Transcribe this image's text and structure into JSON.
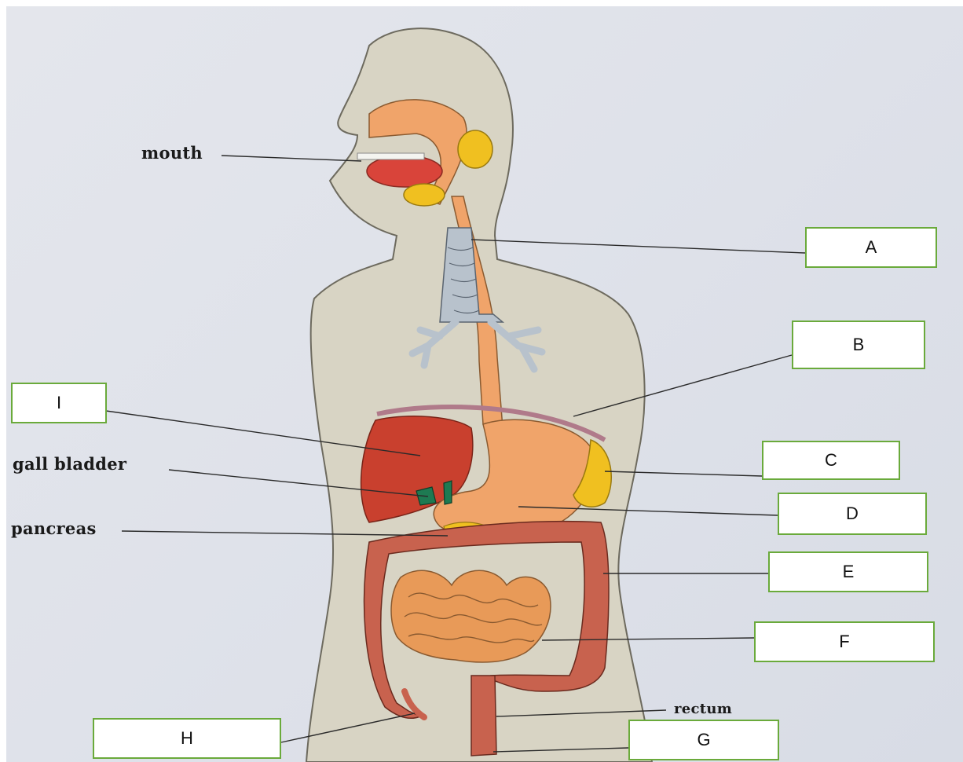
{
  "labels": {
    "mouth": "mouth",
    "gall_bladder": "gall bladder",
    "pancreas": "pancreas",
    "rectum": "rectum"
  },
  "answer_boxes": {
    "a": "A",
    "b": "B",
    "c": "C",
    "d": "D",
    "e": "E",
    "f": "F",
    "g": "G",
    "h": "H",
    "i": "I"
  },
  "colors": {
    "box_border": "#6aaa3b",
    "body_fill": "#d8d4c4",
    "liver": "#c9402e",
    "stomach": "#f0a46a",
    "intestine": "#c8624e",
    "small_intestine": "#e89a58",
    "trachea": "#b8c2cc",
    "gland": "#f0c020",
    "gall_bladder": "#1e7a52"
  }
}
